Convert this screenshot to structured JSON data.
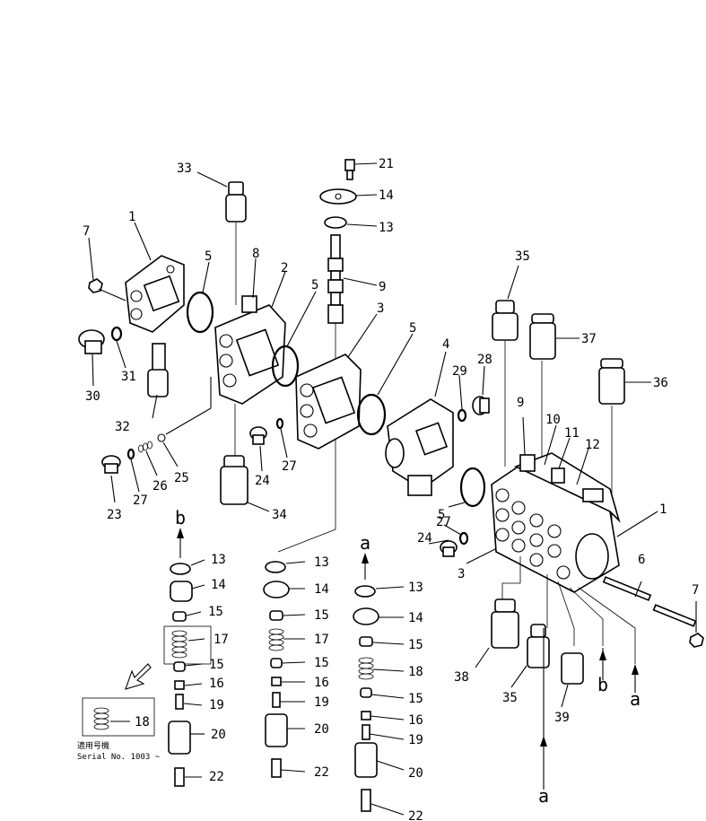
{
  "diagram": {
    "callouts": {
      "c_1a": "1",
      "c_2": "2",
      "c_3a": "3",
      "c_4": "4",
      "c_5a": "5",
      "c_5b": "5",
      "c_5c": "5",
      "c_5d": "5",
      "c_7a": "7",
      "c_8": "8",
      "c_9a": "9",
      "c_13top": "13",
      "c_14top": "14",
      "c_21": "21",
      "c_23": "23",
      "c_24a": "24",
      "c_25": "25",
      "c_26": "26",
      "c_27a": "27",
      "c_27b": "27",
      "c_28": "28",
      "c_29": "29",
      "c_30": "30",
      "c_31": "31",
      "c_32": "32",
      "c_33": "33",
      "c_34": "34",
      "c_35a": "35",
      "c_37": "37",
      "c_36": "36",
      "c_9b": "9",
      "c_10": "10",
      "c_11": "11",
      "c_12": "12",
      "c_1b": "1",
      "c_27c": "27",
      "c_24b": "24",
      "c_3b": "3",
      "c_6": "6",
      "c_7b": "7",
      "c_38": "38",
      "c_35b": "35",
      "c_39": "39",
      "s1_13": "13",
      "s1_14": "14",
      "s1_15a": "15",
      "s1_17": "17",
      "s1_15b": "15",
      "s1_16": "16",
      "s1_19": "19",
      "s1_18": "18",
      "s1_20": "20",
      "s1_22": "22",
      "s2_13": "13",
      "s2_14": "14",
      "s2_15a": "15",
      "s2_17": "17",
      "s2_15b": "15",
      "s2_16": "16",
      "s2_19": "19",
      "s2_20": "20",
      "s2_22": "22",
      "s3_13": "13",
      "s3_14": "14",
      "s3_15a": "15",
      "s3_18": "18",
      "s3_15b": "15",
      "s3_16": "16",
      "s3_19": "19",
      "s3_20": "20",
      "s3_22": "22"
    },
    "letters": {
      "b_top": "b",
      "a_top": "a",
      "b_mid": "b",
      "a_mid": "a",
      "a_bottom": "a"
    },
    "serial_box": {
      "applicable_label": "適用号機",
      "serial_text": "Serial No. 1003 ~"
    }
  }
}
